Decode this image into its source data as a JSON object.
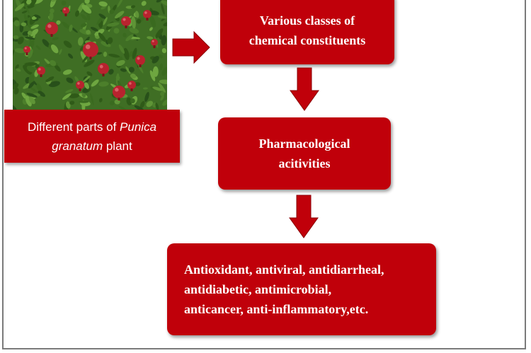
{
  "colors": {
    "box_fill": "#c0000a",
    "box_text": "#ffffff",
    "border": "#7a7a7a"
  },
  "image": {
    "name": "pomegranate-plant-photo"
  },
  "caption": {
    "line1_prefix": "Different parts of ",
    "line1_italic": "Punica",
    "line2_italic": "granatum",
    "line2_suffix": " plant"
  },
  "boxes": {
    "constituents": {
      "line1": "Various classes of",
      "line2": "chemical constituents"
    },
    "pharmacological": {
      "line1": "Pharmacological",
      "line2": "acitivities"
    },
    "activities": {
      "line1": "Antioxidant, antiviral, antidiarrheal,",
      "line2": "antidiabetic, antimicrobial,",
      "line3": "anticancer, anti-inflammatory,etc."
    }
  }
}
